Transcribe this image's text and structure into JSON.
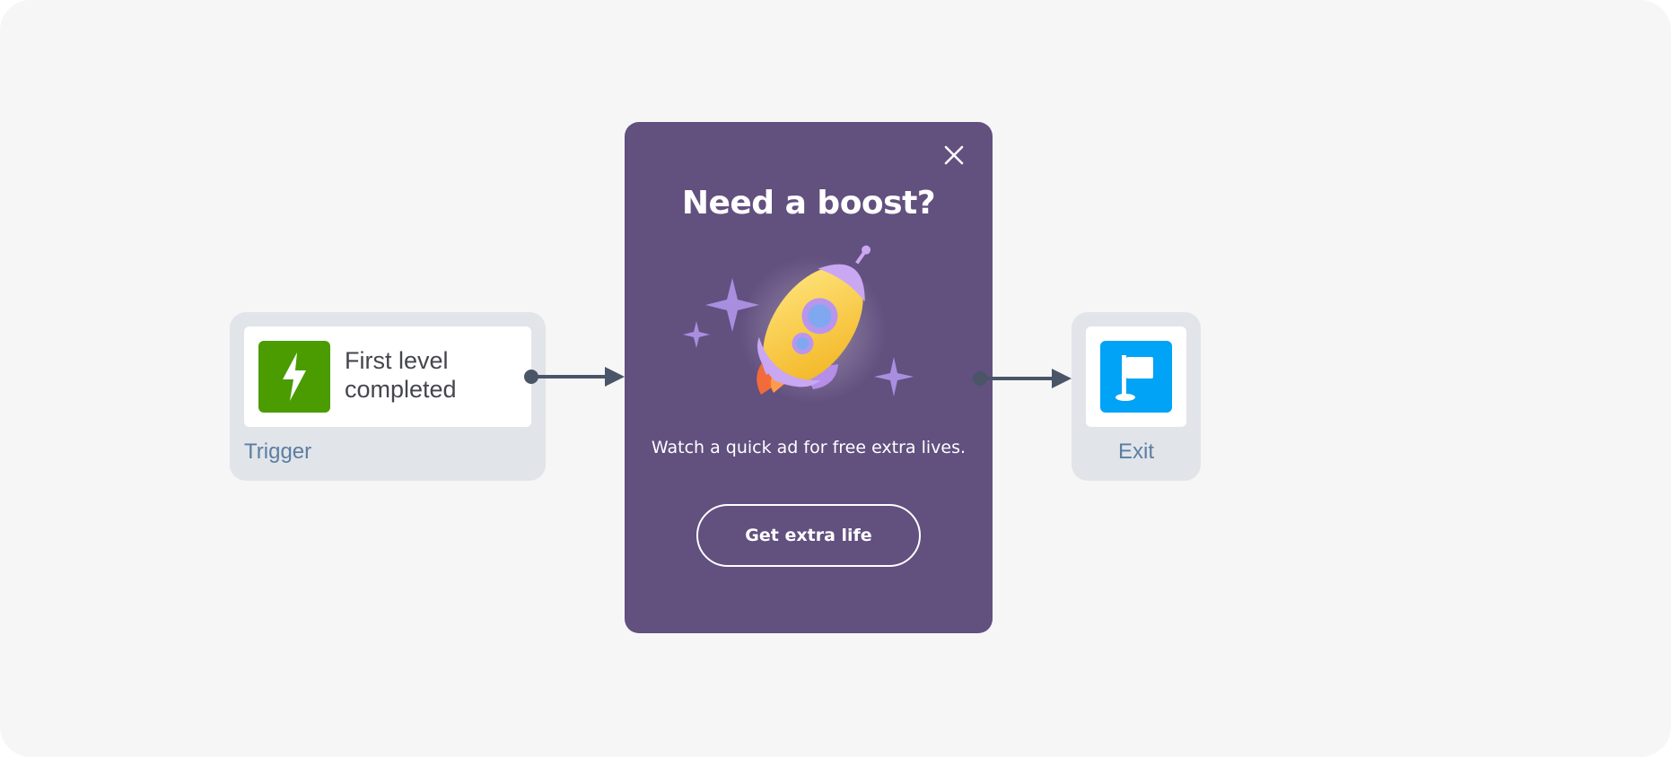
{
  "colors": {
    "canvas_bg": "#f6f6f7",
    "node_bg": "#e1e4e9",
    "trigger_accent": "#4a9c00",
    "exit_accent": "#00a3f5",
    "modal_bg": "#62507f",
    "connector": "#4a5568",
    "label_text": "#5b7ea3"
  },
  "trigger": {
    "title": "First level completed",
    "label": "Trigger",
    "icon": "lightning-bolt-icon"
  },
  "modal": {
    "title": "Need a boost?",
    "body": "Watch a quick ad for free extra lives.",
    "cta_label": "Get extra life",
    "close_icon": "close-icon",
    "illustration": "rocket-illustration"
  },
  "exit": {
    "label": "Exit",
    "icon": "flag-icon"
  }
}
